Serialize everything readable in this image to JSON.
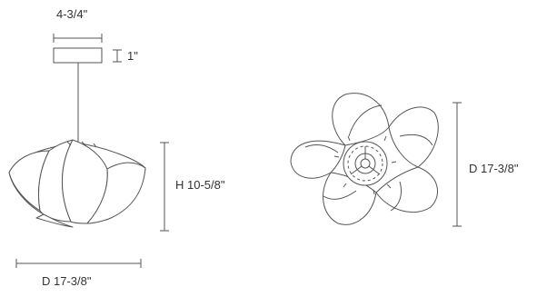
{
  "dimensions": {
    "canopy_width": "4-3/4\"",
    "canopy_height": "1\"",
    "shade_height": "H 10-5/8\"",
    "side_diameter": "D 17-3/8\"",
    "top_diameter": "D 17-3/8\""
  },
  "colors": {
    "line": "#555555",
    "text": "#333333",
    "shade_fill": "#ffffff"
  }
}
